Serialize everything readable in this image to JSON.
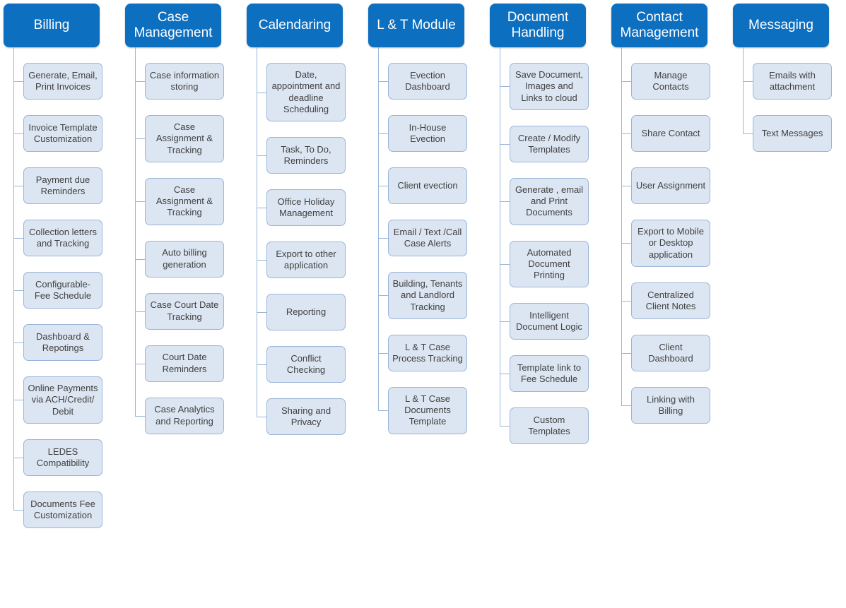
{
  "colors": {
    "header_bg": "#0d6fc0",
    "header_text": "#ffffff",
    "box_bg": "#dce6f2",
    "box_border": "#9ab5d8",
    "connector": "#9ab5d8",
    "box_text": "#404040"
  },
  "columns": [
    {
      "title": "Billing",
      "items": [
        "Generate, Email, Print Invoices",
        "Invoice Template Customization",
        "Payment due Reminders",
        "Collection letters and Tracking",
        "Configurable-Fee Schedule",
        "Dashboard & Repotings",
        "Online Payments via ACH/Credit/ Debit",
        "LEDES Compatibility",
        "Documents Fee Customization"
      ]
    },
    {
      "title": "Case Management",
      "items": [
        "Case information storing",
        "Case Assignment & Tracking",
        "Case Assignment & Tracking",
        "Auto billing generation",
        "Case Court Date Tracking",
        "Court Date Reminders",
        "Case Analytics and Reporting"
      ]
    },
    {
      "title": "Calendaring",
      "items": [
        "Date, appointment and deadline Scheduling",
        "Task, To Do, Reminders",
        "Office Holiday Management",
        "Export to other application",
        "Reporting",
        "Conflict Checking",
        "Sharing and Privacy"
      ]
    },
    {
      "title": "L & T Module",
      "items": [
        "Evection Dashboard",
        "In-House Evection",
        "Client evection",
        "Email / Text /Call Case Alerts",
        "Building, Tenants and Landlord Tracking",
        "L & T Case Process Tracking",
        "L & T Case Documents Template"
      ]
    },
    {
      "title": "Document Handling",
      "items": [
        "Save Document, Images and Links to cloud",
        "Create / Modify Templates",
        "Generate , email and Print Documents",
        "Automated Document Printing",
        "Intelligent Document Logic",
        "Template link to Fee Schedule",
        "Custom Templates"
      ]
    },
    {
      "title": "Contact Management",
      "items": [
        "Manage Contacts",
        "Share Contact",
        "User Assignment",
        "Export to Mobile or Desktop application",
        "Centralized Client Notes",
        "Client Dashboard",
        "Linking with Billing"
      ]
    },
    {
      "title": "Messaging",
      "items": [
        "Emails with attachment",
        "Text Messages"
      ]
    }
  ]
}
